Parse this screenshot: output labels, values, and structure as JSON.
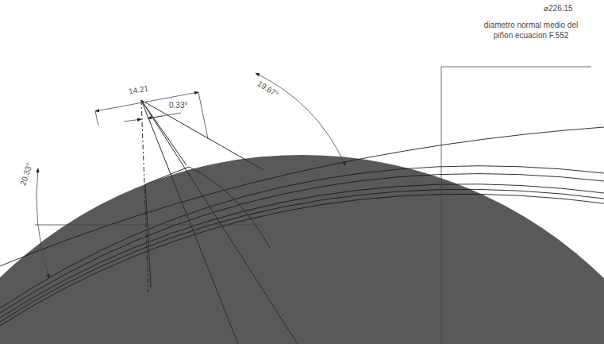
{
  "diagram": {
    "labels": [
      "⌀226.15",
      "diametro normal medio del piñon ecuacion F.552",
      "14.21",
      "0.33°",
      "19.67°",
      "20.33°"
    ]
  }
}
